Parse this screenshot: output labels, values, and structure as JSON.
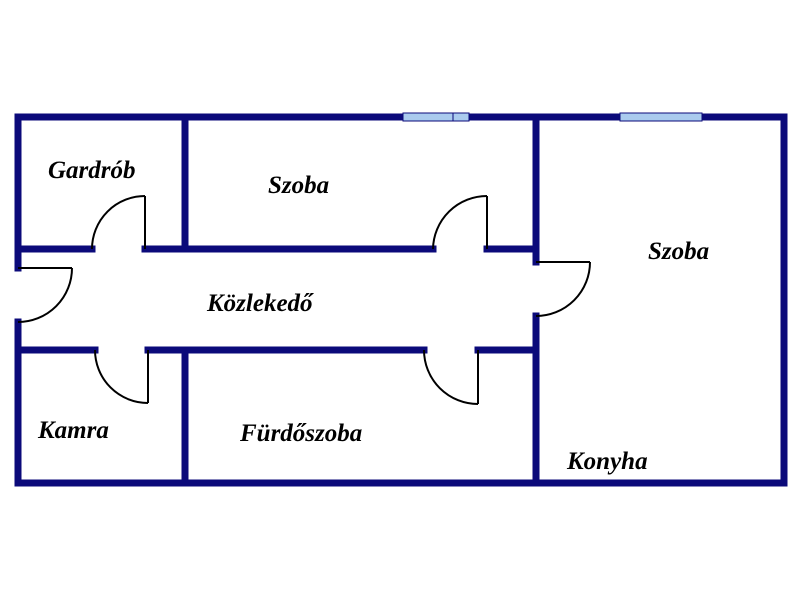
{
  "plan": {
    "wall_color": "#0b0a7a",
    "window_color": "#aacbee",
    "rooms": [
      {
        "id": "gardrob",
        "label": "Gardrób"
      },
      {
        "id": "szoba-1",
        "label": "Szoba"
      },
      {
        "id": "szoba-2",
        "label": "Szoba"
      },
      {
        "id": "kozlekedo",
        "label": "Közlekedő"
      },
      {
        "id": "kamra",
        "label": "Kamra"
      },
      {
        "id": "furdoszoba",
        "label": "Fürdőszoba"
      },
      {
        "id": "konyha",
        "label": "Konyha"
      }
    ]
  }
}
